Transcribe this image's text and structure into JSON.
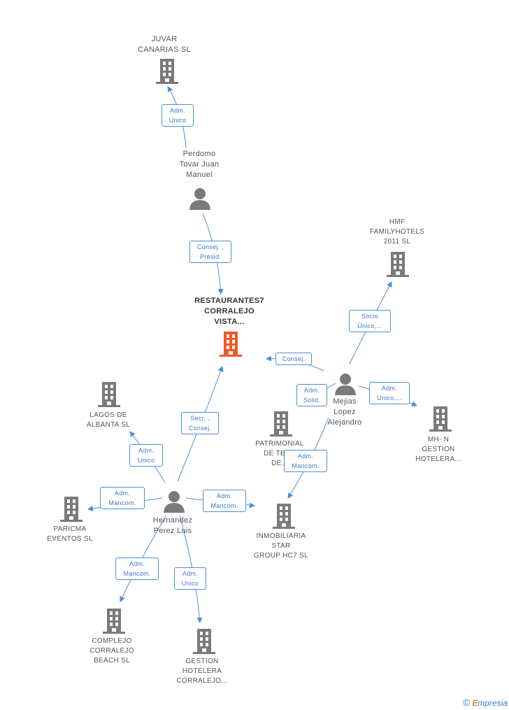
{
  "colors": {
    "building": "#7a7a7a",
    "main_building": "#f05a28",
    "person": "#7a7a7a",
    "edge": "#4a8fd8",
    "label": "#555555"
  },
  "nodes": {
    "juvar": {
      "label": "JUVAR\nCANARIAS SL",
      "icon": "building-icon"
    },
    "perdomo": {
      "label": "Perdomo\nTovar Juan\nManuel",
      "icon": "person-icon"
    },
    "restaurantes7": {
      "label": "RESTAURANTES7\nCORRALEJO\nVISTA...",
      "icon": "building-icon"
    },
    "hmf": {
      "label": "HMF\nFAMILYHOTELS\n2011  SL",
      "icon": "building-icon"
    },
    "mejias": {
      "label": "Mejias\nLopez\nAlejandro",
      "icon": "person-icon"
    },
    "lagos": {
      "label": "LAGOS DE\nALBANTA SL",
      "icon": "building-icon"
    },
    "patrimonial": {
      "label": "PATRIMONIAL\nDE TERR\nDE...",
      "icon": "building-icon"
    },
    "mhn": {
      "label": "MH- N\nGESTION\nHOTELERA...",
      "icon": "building-icon"
    },
    "paricma": {
      "label": "PARICMA\nEVENTOS SL",
      "icon": "building-icon"
    },
    "hernandez": {
      "label": "Hernandez\nPerez Luis",
      "icon": "person-icon"
    },
    "inmobiliaria": {
      "label": "INMOBILIARIA\nSTAR\nGROUP HC7 SL",
      "icon": "building-icon"
    },
    "complejo": {
      "label": "COMPLEJO\nCORRALEJO\nBEACH SL",
      "icon": "building-icon"
    },
    "gestion": {
      "label": "GESTION\nHOTELERA\nCORRALEJO...",
      "icon": "building-icon"
    }
  },
  "relations": {
    "perdomo_juvar": "Adm.\nUnico",
    "perdomo_restaurantes": "Consej. ,\nPresid.",
    "mejias_hmf": "Socio\nÚnico,...",
    "mejias_restaurantes": "Consej.",
    "mejias_solid": "Adm.\nSolid.",
    "mejias_mhn": "Adm.\nUnico,...",
    "mejias_inmobiliaria": "Adm.\nMancom.",
    "hernandez_restaurantes": "Secr. ,\nConsej.",
    "hernandez_lagos": "Adm.\nUnico",
    "hernandez_paricma": "Adm.\nMancom.",
    "hernandez_inmobiliaria": "Adm.\nMancom.",
    "hernandez_complejo": "Adm.\nMancom.",
    "hernandez_gestion": "Adm.\nUnico"
  },
  "footer": {
    "copyright": "©",
    "brand_e": "E",
    "brand_rest": "mpresia"
  }
}
